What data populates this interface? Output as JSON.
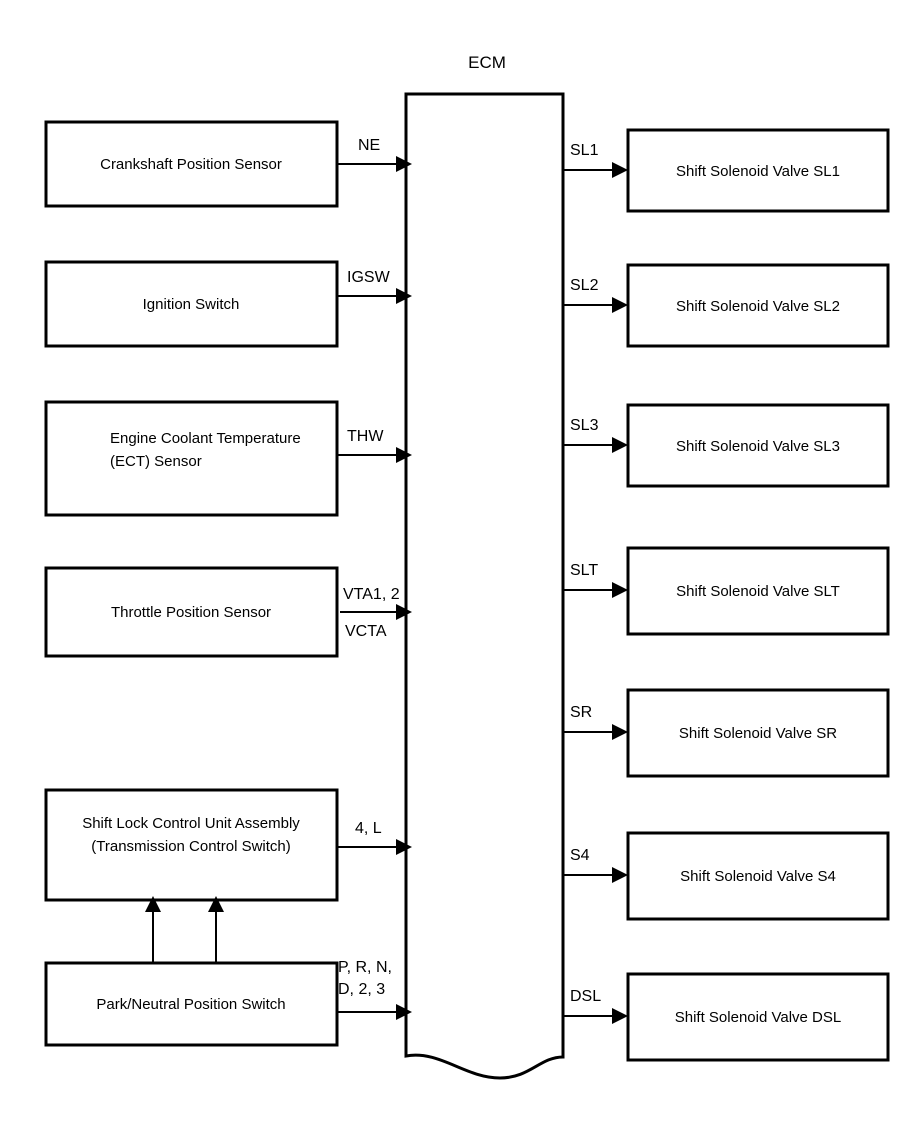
{
  "diagram": {
    "title": "ECM",
    "ecm_label": "ECM",
    "inputs": [
      {
        "id": "crankshaft-position-sensor",
        "box_label": "Crankshaft Position Sensor",
        "box_label_line2": "",
        "signal": "NE",
        "signal_line2": "",
        "signal_below": ""
      },
      {
        "id": "ignition-switch",
        "box_label": "Ignition Switch",
        "box_label_line2": "",
        "signal": "IGSW",
        "signal_line2": "",
        "signal_below": ""
      },
      {
        "id": "engine-coolant-temperature-sensor",
        "box_label": "Engine Coolant Temperature",
        "box_label_line2": "(ECT) Sensor",
        "signal": "THW",
        "signal_line2": "",
        "signal_below": ""
      },
      {
        "id": "throttle-position-sensor",
        "box_label": "Throttle Position Sensor",
        "box_label_line2": "",
        "signal": "VTA1, 2",
        "signal_line2": "",
        "signal_below": "VCTA"
      },
      {
        "id": "shift-lock-control-unit-assembly",
        "box_label": "Shift Lock Control Unit Assembly",
        "box_label_line2": "(Transmission Control Switch)",
        "signal": "4, L",
        "signal_line2": "",
        "signal_below": ""
      },
      {
        "id": "park-neutral-position-switch",
        "box_label": "Park/Neutral Position Switch",
        "box_label_line2": "",
        "signal": "P, R, N,",
        "signal_line2": "D, 2, 3",
        "signal_below": ""
      }
    ],
    "outputs": [
      {
        "id": "shift-solenoid-valve-sl1",
        "box_label": "Shift Solenoid Valve SL1",
        "signal": "SL1"
      },
      {
        "id": "shift-solenoid-valve-sl2",
        "box_label": "Shift Solenoid Valve SL2",
        "signal": "SL2"
      },
      {
        "id": "shift-solenoid-valve-sl3",
        "box_label": "Shift Solenoid Valve SL3",
        "signal": "SL3"
      },
      {
        "id": "shift-solenoid-valve-slt",
        "box_label": "Shift Solenoid Valve SLT",
        "signal": "SLT"
      },
      {
        "id": "shift-solenoid-valve-sr",
        "box_label": "Shift Solenoid Valve SR",
        "signal": "SR"
      },
      {
        "id": "shift-solenoid-valve-s4",
        "box_label": "Shift Solenoid Valve S4",
        "signal": "S4"
      },
      {
        "id": "shift-solenoid-valve-dsl",
        "box_label": "Shift Solenoid Valve DSL",
        "signal": "DSL"
      }
    ],
    "internal_links": [
      {
        "id": "pnp-to-shift-lock-left",
        "from": "park-neutral-position-switch",
        "to": "shift-lock-control-unit-assembly",
        "label": ""
      },
      {
        "id": "pnp-to-shift-lock-right",
        "from": "park-neutral-position-switch",
        "to": "shift-lock-control-unit-assembly",
        "label": ""
      }
    ],
    "colors": {
      "line": "#000000",
      "background": "#ffffff",
      "box_fill": "#ffffff"
    }
  }
}
